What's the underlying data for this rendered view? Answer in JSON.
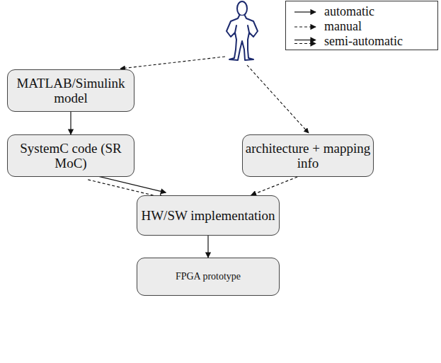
{
  "diagram": {
    "nodes": [
      {
        "text": [
          "MATLAB/Simulink model"
        ]
      },
      {
        "text": [
          "SystemC code (SR MoC)"
        ]
      },
      {
        "text": [
          "architecture + mapping info"
        ]
      },
      {
        "text": [
          "HW/SW implementation"
        ]
      },
      {
        "text": [
          "FPGA prototype"
        ]
      }
    ],
    "edges": [
      {
        "from": 0,
        "to": 1,
        "arrow": "to"
      },
      {
        "from": 1,
        "to": 3,
        "arrow": "to"
      },
      {
        "from": 2,
        "to": 3,
        "arrow": "to"
      },
      {
        "from": 3,
        "to": 4,
        "arrow": "to"
      }
    ],
    "legend": [
      {
        "text": "automatic"
      },
      {
        "text": "manual"
      },
      {
        "text": "semi-automatic"
      }
    ]
  }
}
